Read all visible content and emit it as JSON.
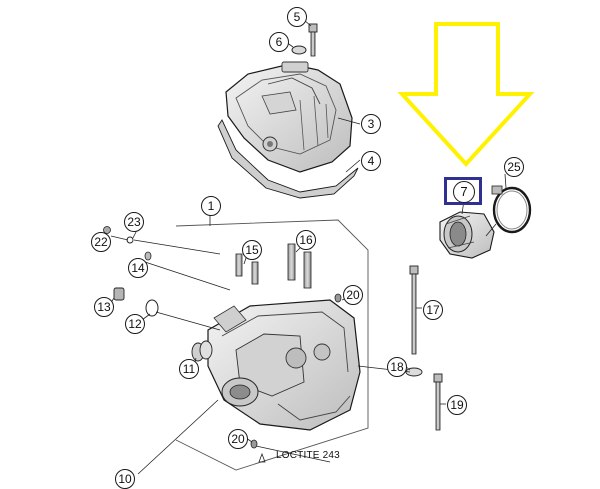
{
  "diagram": {
    "callouts": [
      {
        "id": "c1",
        "label": "1"
      },
      {
        "id": "c3",
        "label": "3"
      },
      {
        "id": "c4",
        "label": "4"
      },
      {
        "id": "c5",
        "label": "5"
      },
      {
        "id": "c6",
        "label": "6"
      },
      {
        "id": "c7",
        "label": "7"
      },
      {
        "id": "c10",
        "label": "10"
      },
      {
        "id": "c11",
        "label": "11"
      },
      {
        "id": "c12",
        "label": "12"
      },
      {
        "id": "c13",
        "label": "13"
      },
      {
        "id": "c14",
        "label": "14"
      },
      {
        "id": "c15",
        "label": "15"
      },
      {
        "id": "c16",
        "label": "16"
      },
      {
        "id": "c17",
        "label": "17"
      },
      {
        "id": "c18",
        "label": "18"
      },
      {
        "id": "c19",
        "label": "19"
      },
      {
        "id": "c20a",
        "label": "20"
      },
      {
        "id": "c20b",
        "label": "20"
      },
      {
        "id": "c22",
        "label": "22"
      },
      {
        "id": "c23",
        "label": "23"
      },
      {
        "id": "c25",
        "label": "25"
      }
    ],
    "note": "LOCTITE 243",
    "colors": {
      "arrow": "#fff200",
      "arrow_outline": "#e6d800",
      "highlight": "#2e3192",
      "line": "#1a1a1a",
      "part_fill": "#e9e9e9",
      "part_dark": "#8a8a8a"
    }
  }
}
